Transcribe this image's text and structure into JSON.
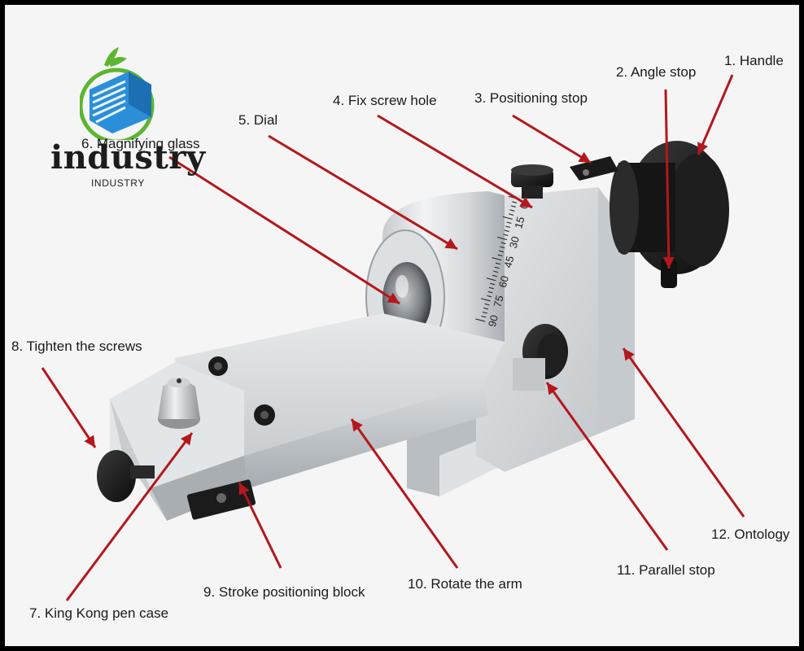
{
  "logo": {
    "wordmark": "industry",
    "subtitle": "INDUSTRY"
  },
  "dial_scale": [
    "90",
    "75",
    "60",
    "45",
    "30",
    "15",
    "0"
  ],
  "parts": [
    {
      "id": "handle",
      "text": "1. Handle"
    },
    {
      "id": "angle-stop",
      "text": "2. Angle stop"
    },
    {
      "id": "positioning-stop",
      "text": "3. Positioning stop"
    },
    {
      "id": "fix-screw-hole",
      "text": "4. Fix screw hole"
    },
    {
      "id": "dial",
      "text": "5. Dial"
    },
    {
      "id": "magnifying-glass",
      "text": "6. Magnifying glass"
    },
    {
      "id": "king-kong-pen-case",
      "text": "7. King Kong pen case"
    },
    {
      "id": "tighten-screws",
      "text": "8. Tighten the screws"
    },
    {
      "id": "stroke-positioning-block",
      "text": "9. Stroke positioning block"
    },
    {
      "id": "rotate-arm",
      "text": "10. Rotate the arm"
    },
    {
      "id": "parallel-stop",
      "text": "11. Parallel stop"
    },
    {
      "id": "ontology",
      "text": "12. Ontology"
    }
  ],
  "colors": {
    "arrow": "#b4171c",
    "background": "#f5f5f5",
    "frame": "#000000",
    "logo_green": "#5cb531",
    "logo_blue": "#2a8fd8"
  }
}
